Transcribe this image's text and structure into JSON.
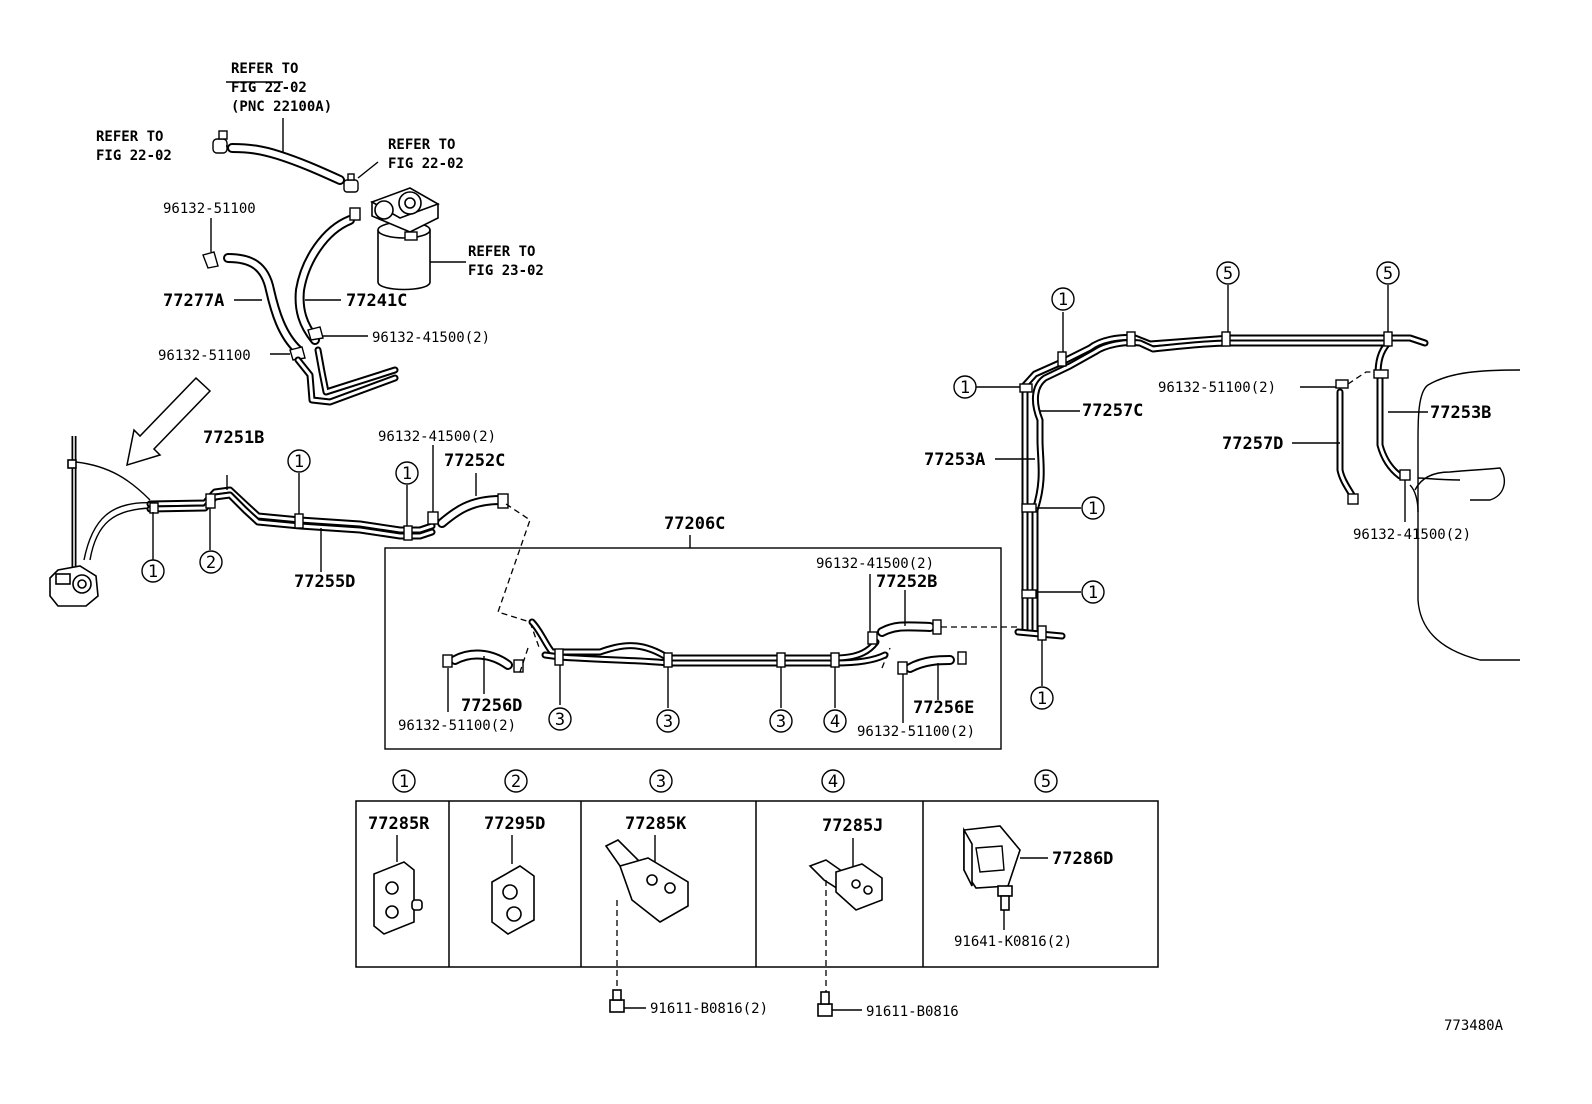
{
  "refs": {
    "hose_top": [
      "REFER TO",
      "FIG 22-02",
      "(PNC 22100A)"
    ],
    "clamp_left": [
      "REFER TO",
      "FIG 22-02"
    ],
    "clamp_right": [
      "REFER TO",
      "FIG 22-02"
    ],
    "canister": [
      "REFER TO",
      "FIG 23-02"
    ]
  },
  "parts": {
    "p96132_51100": "96132-51100",
    "p77277A": "77277A",
    "p77241C": "77241C",
    "p96132_41500_2": "96132-41500(2)",
    "p77251B": "77251B",
    "p77252C": "77252C",
    "p77255D": "77255D",
    "p77206C": "77206C",
    "p77252B": "77252B",
    "p77256D": "77256D",
    "p96132_51100_2": "96132-51100(2)",
    "p77256E": "77256E",
    "p77257C": "77257C",
    "p77253A": "77253A",
    "p77253B": "77253B",
    "p77257D": "77257D",
    "p77285R": "77285R",
    "p77295D": "77295D",
    "p77285K": "77285K",
    "p77285J": "77285J",
    "p77286D": "77286D",
    "p91641_K0816_2": "91641-K0816(2)",
    "p91611_B0816_2": "91611-B0816(2)",
    "p91611_B0816": "91611-B0816"
  },
  "callouts": {
    "c1": "1",
    "c2": "2",
    "c3": "3",
    "c4": "4",
    "c5": "5"
  },
  "figure_code": "773480A"
}
